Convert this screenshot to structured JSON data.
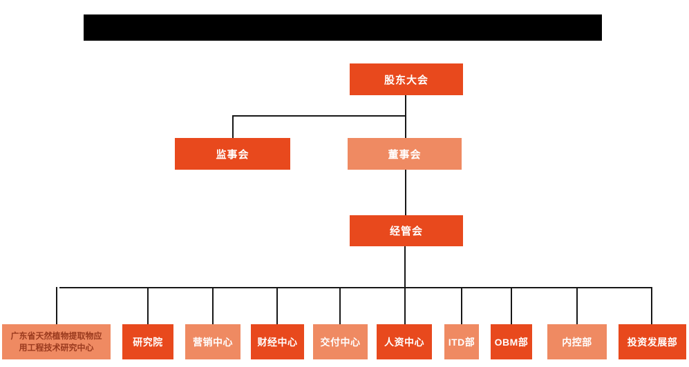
{
  "palette": {
    "primary": "#e8491d",
    "secondary": "#ef8a62",
    "line": "#161616",
    "redacted": "#000000",
    "center_text": "#9a3a1e"
  },
  "org": {
    "root": {
      "label": "股东大会"
    },
    "level2": [
      {
        "label": "监事会"
      },
      {
        "label": "董事会"
      }
    ],
    "level3": {
      "label": "经管会"
    },
    "departments": [
      {
        "label": "广东省天然植物提取物应用工程技术研究中心"
      },
      {
        "label": "研究院"
      },
      {
        "label": "营销中心"
      },
      {
        "label": "财经中心"
      },
      {
        "label": "交付中心"
      },
      {
        "label": "人资中心"
      },
      {
        "label": "ITD部"
      },
      {
        "label": "OBM部"
      },
      {
        "label": "内控部"
      },
      {
        "label": "投资发展部"
      }
    ]
  }
}
